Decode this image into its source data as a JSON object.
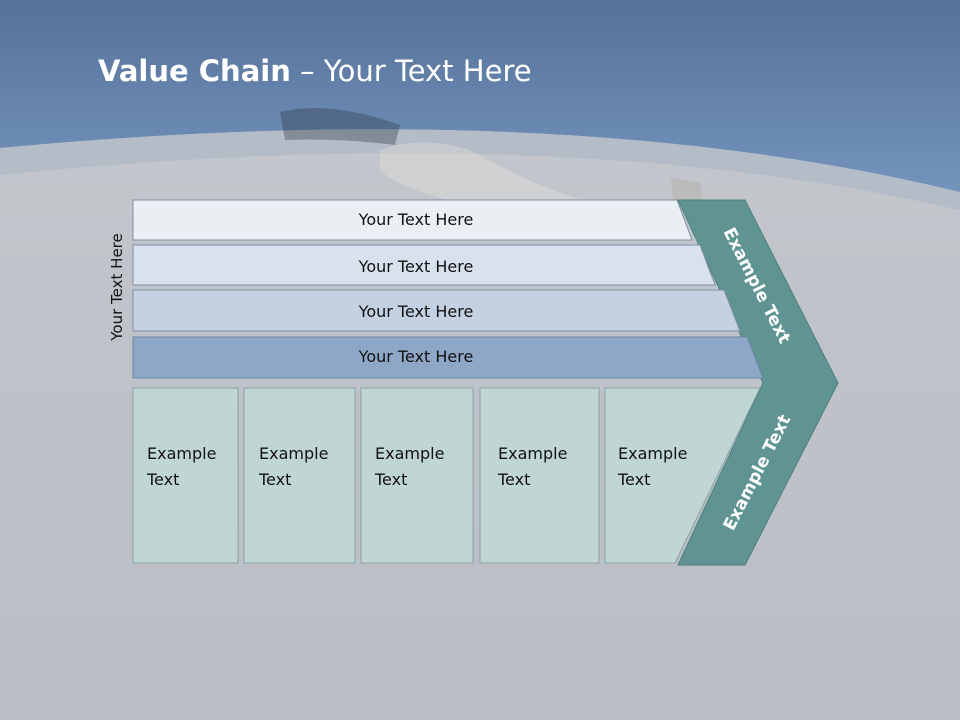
{
  "title": {
    "bold": "Value Chain",
    "rest": " – Your Text Here"
  },
  "side_label": "Your Text Here",
  "support_rows": [
    {
      "label": "Your Text Here"
    },
    {
      "label": "Your Text Here"
    },
    {
      "label": "Your Text Here"
    },
    {
      "label": "Your Text Here"
    }
  ],
  "primary_boxes": [
    {
      "line1": "Example",
      "line2": "Text"
    },
    {
      "line1": "Example",
      "line2": "Text"
    },
    {
      "line1": "Example",
      "line2": "Text"
    },
    {
      "line1": "Example",
      "line2": "Text"
    },
    {
      "line1": "Example",
      "line2": "Text"
    }
  ],
  "margin_top": "Example Text",
  "margin_bottom": "Example Text",
  "colors": {
    "header_blue": "#5a7aa6",
    "row1": "#eaeff4",
    "row2": "#d8e2ee",
    "row3": "#c3d1e2",
    "row4": "#8fa7c6",
    "box": "#c0d6d4",
    "chevron": "#5f9492"
  }
}
